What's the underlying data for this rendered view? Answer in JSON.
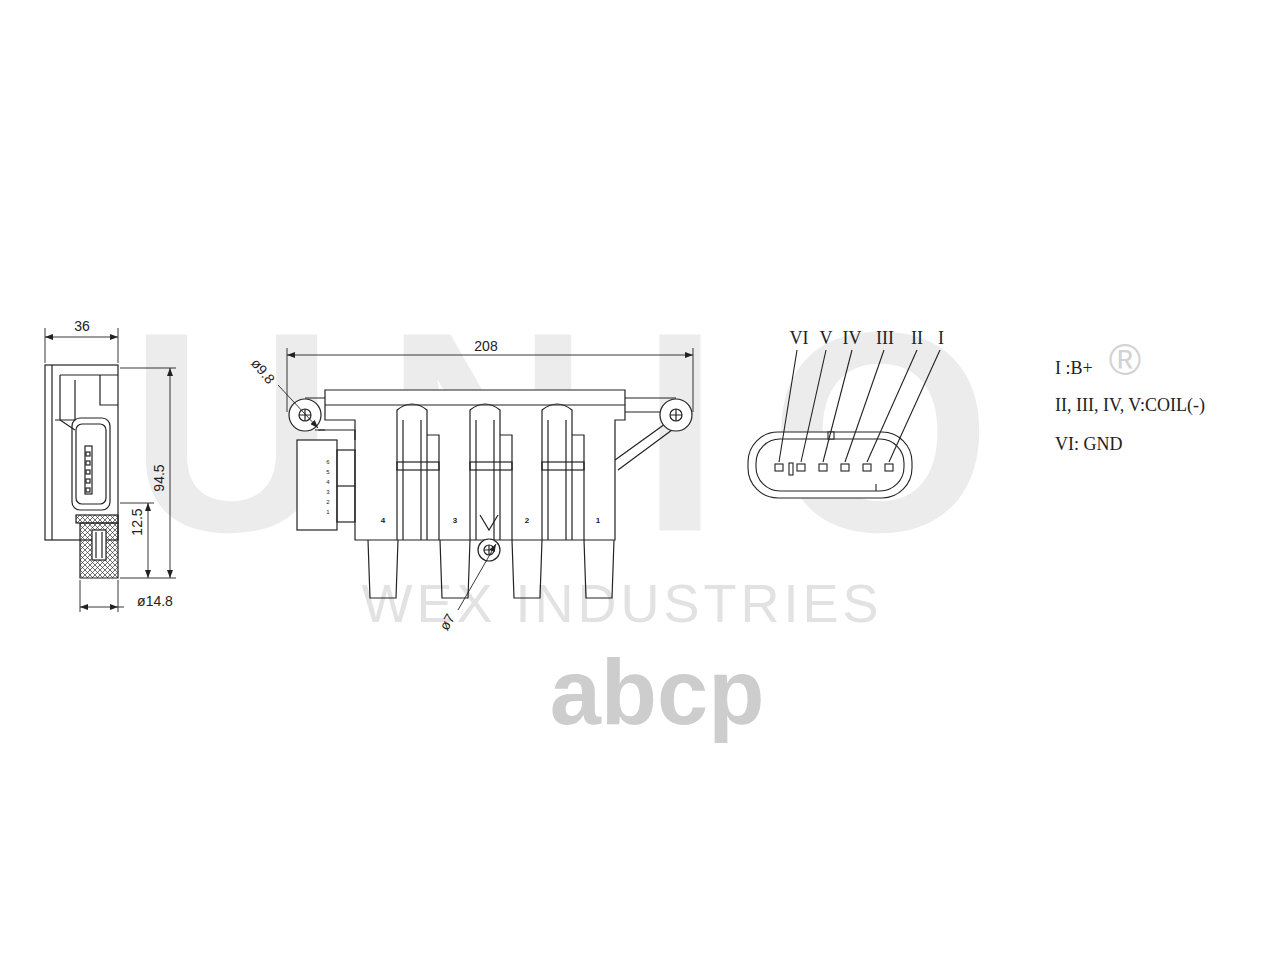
{
  "diagram": {
    "labels": [
      "UNIO",
      "®",
      "WEX INDUSTRIES",
      "abcp",
      "36",
      "94.5",
      "12.5",
      "ø14.8",
      "208",
      "ø9.8",
      "6",
      "5",
      "4",
      "3",
      "2",
      "1",
      "4",
      "3",
      "2",
      "1",
      "ø7",
      "VI",
      "V",
      "IV",
      "III",
      "II",
      "I",
      "I :B+",
      "II, III, IV, V:COIL(-)",
      "VI: GND"
    ]
  }
}
